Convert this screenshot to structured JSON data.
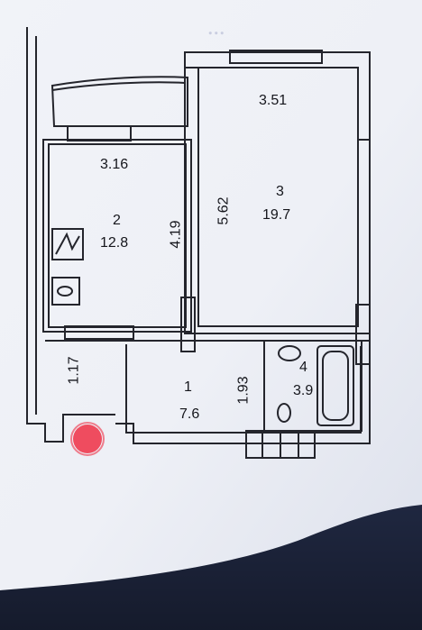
{
  "plan": {
    "rooms": {
      "1": {
        "number": "1",
        "area": "7.6"
      },
      "2": {
        "number": "2",
        "area": "12.8"
      },
      "3": {
        "number": "3",
        "area": "19.7"
      },
      "4": {
        "number": "4",
        "area": "3.9"
      }
    },
    "dims": {
      "d351": "3.51",
      "d316": "3.16",
      "d562": "5.62",
      "d419": "4.19",
      "d117": "1.17",
      "d193": "1.93"
    }
  },
  "colors": {
    "background": "#1f2740",
    "paper": "#eef0f6",
    "ink": "#24252c",
    "marker": "#ee2f44"
  }
}
